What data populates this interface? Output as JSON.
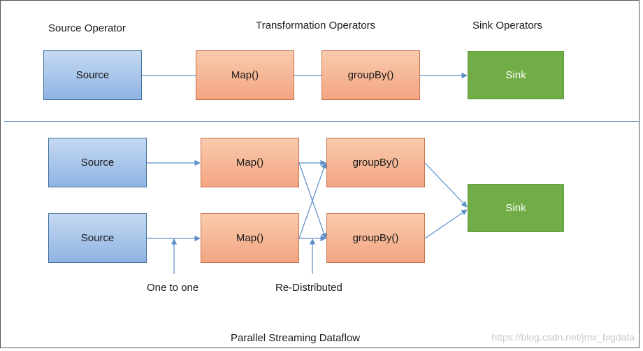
{
  "top": {
    "headers": {
      "source": "Source Operator",
      "transformation": "Transformation Operators",
      "sink": "Sink Operators"
    },
    "source_box": "Source",
    "map_box": "Map()",
    "groupby_box": "groupBy()",
    "sink_box": "Sink"
  },
  "bottom": {
    "source_1": "Source",
    "source_2": "Source",
    "map_1": "Map()",
    "map_2": "Map()",
    "groupby_1": "groupBy()",
    "groupby_2": "groupBy()",
    "sink_box": "Sink",
    "annotation_one_to_one": "One to one",
    "annotation_redistributed": "Re-Distributed",
    "caption": "Parallel Streaming Dataflow"
  },
  "watermark": "https://blog.csdn.net/jmx_bigdata",
  "colors": {
    "source_fill": "#9dbde6",
    "transform_fill": "#f6b896",
    "sink_fill": "#70ad47",
    "connector": "#5b8fc7"
  }
}
